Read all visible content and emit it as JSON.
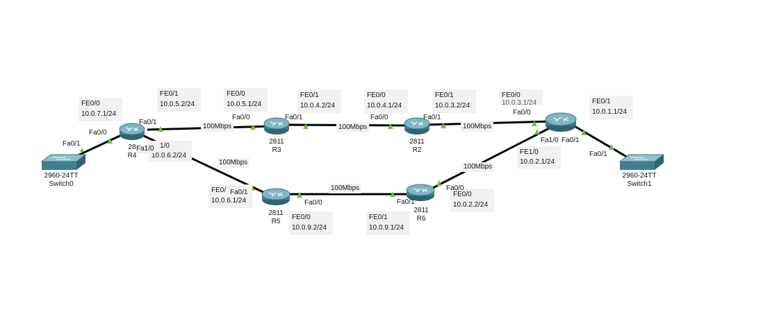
{
  "devices": {
    "switch0": {
      "model": "2960-24TT",
      "name": "Switch0"
    },
    "switch1": {
      "model": "2960-24TT",
      "name": "Switch1"
    },
    "r4": {
      "model": "28",
      "name": "R4"
    },
    "r3": {
      "model": "2811",
      "name": "R3"
    },
    "r2": {
      "model": "2811",
      "name": "R2"
    },
    "r1": {
      "model": "",
      "name": ""
    },
    "r5": {
      "model": "2811",
      "name": "R5"
    },
    "r6": {
      "model": "2811",
      "name": "R6"
    }
  },
  "ports": {
    "sw0_fa01": "Fa0/1",
    "r4_fa00": "Fa0/0",
    "r4_fa01": "Fa0/1",
    "r4_fa10": "Fa1/0",
    "r3_fa00": "Fa0/0",
    "r3_fa01": "Fa0/1",
    "r2_fa00": "Fa0/0",
    "r2_fa01": "Fa0/1",
    "r1_fa00": "Fa0/0",
    "r1_fa10": "Fa1/0",
    "r1_fa01": "Fa0/1",
    "sw1_fa01": "Fa0/1",
    "r5_fa01": "Fa0/1",
    "r5_fa00": "Fa0/0",
    "r6_fa01": "Fa0/1",
    "r6_fa00": "Fa0/0"
  },
  "ip_notes": {
    "r4_fe00": {
      "iface": "FE0/0",
      "ip": "10.0.7.1/24"
    },
    "r4_fe01": {
      "iface": "FE0/1",
      "ip": "10.0.5.2/24"
    },
    "r4_fe10": {
      "iface": "1/0",
      "ip": "10.0.6.2/24"
    },
    "r3_fe00": {
      "iface": "FE0/0",
      "ip": "10.0.5.1/24"
    },
    "r3_fe01": {
      "iface": "FE0/1",
      "ip": "10.0.4.2/24"
    },
    "r2_fe00": {
      "iface": "FE0/0",
      "ip": "10.0.4.1/24"
    },
    "r2_fe01": {
      "iface": "FE0/1",
      "ip": "10.0.3.2/24"
    },
    "r1_fe00": {
      "iface": "FE0/0",
      "ip": "10.0.3.1/24"
    },
    "r1_fe01": {
      "iface": "FE0/1",
      "ip": "10.0.1.1/24"
    },
    "r1_fe10": {
      "iface": "FE1/0",
      "ip": "10.0.2.1/24"
    },
    "r5_fe01": {
      "iface": "FE0/",
      "ip": "10.0.6.1/24"
    },
    "r5_fe00": {
      "iface": "FE0/0",
      "ip": "10.0.9.2/24"
    },
    "r6_fe01": {
      "iface": "FE0/1",
      "ip": "10.0.9.1/24"
    },
    "r6_fe00": {
      "iface": "FE0/0",
      "ip": "10.0.2.2/24"
    }
  },
  "links": {
    "r4_r3": "100Mbps",
    "r3_r2": "100Mbps",
    "r2_r1": "100Mbps",
    "r4_r5": "100Mbps",
    "r5_r6": "100Mbps",
    "r6_r1": "100Mbps"
  },
  "colors": {
    "link": "#000000",
    "port_marker": "#6fc041",
    "router_body": "#4d8b99",
    "switch_body": "#4f8c9a",
    "note_bg": "#f1f1f1"
  }
}
